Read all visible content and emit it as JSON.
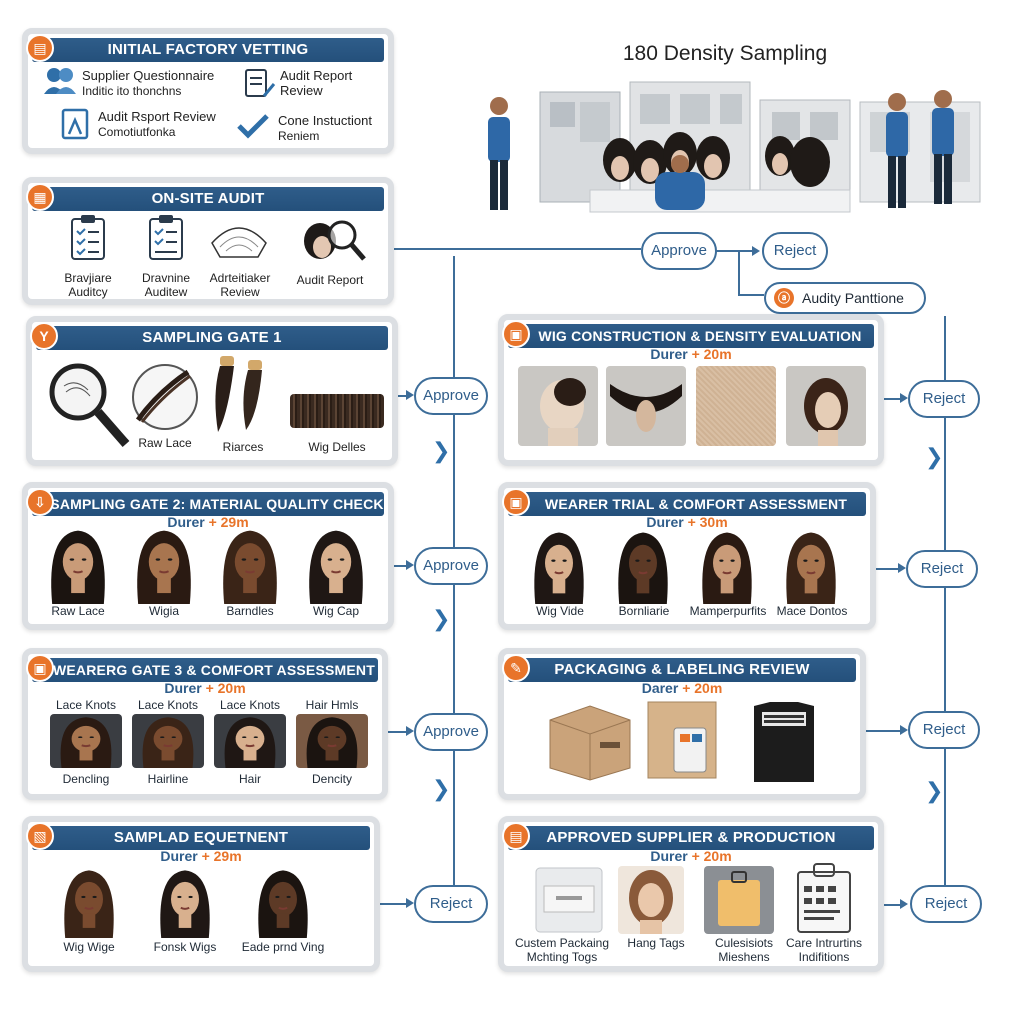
{
  "title": "180 Density Sampling",
  "accent": "#e8742a",
  "header_blue": "#2f5d8a",
  "initial_vetting": {
    "title": "INITIAL FACTORY VETTING",
    "items": [
      {
        "label": "Supplier Questionnaire",
        "sub": "Inditic ito thonchns",
        "icon": "people-icon"
      },
      {
        "label": "Audit Report",
        "sub": "Review",
        "icon": "clipboard-pen-icon"
      },
      {
        "label": "Audit Rsport Review",
        "sub": "Comotiutfonka",
        "icon": "document-person-icon"
      },
      {
        "label": "Cone Instuctiont",
        "sub": "Reniem",
        "icon": "checkmark-icon"
      }
    ]
  },
  "onsite_audit": {
    "title": "ON-SITE AUDIT",
    "items": [
      {
        "label": "Bravjiare",
        "sub": "Auditcy",
        "icon": "checklist-icon"
      },
      {
        "label": "Dravnine",
        "sub": "Auditew",
        "icon": "clipboard-icon"
      },
      {
        "label": "Adrteitiaker",
        "sub": "Review",
        "icon": "wig-cap-icon"
      },
      {
        "label": "Audit Report",
        "sub": "",
        "icon": "magnifier-wig-icon"
      }
    ]
  },
  "approve_top": "Approve",
  "reject_top": "Reject",
  "audity_pill": "Audity Panttione",
  "sampling_gate_1": {
    "title": "SAMPLING GATE 1",
    "captions": [
      "Raw Lace",
      "Riarces",
      "Wig Delles"
    ],
    "pill": "Approve"
  },
  "sampling_gate_2": {
    "title": "SAMPLING GATE 2: MATERIAL QUALITY CHECK",
    "duration_label": "Durer",
    "duration_value": "+ 29m",
    "captions": [
      "Raw Lace",
      "Wigia",
      "Barndles",
      "Wig Cap"
    ],
    "pill": "Approve"
  },
  "wearerg_gate_3": {
    "title": "WEARERG GATE 3 & COMFORT ASSESSMENT",
    "duration_label": "Durer",
    "duration_value": "+ 20m",
    "top_labels": [
      "Lace Knots",
      "Lace Knots",
      "Lace Knots",
      "Hair Hmls"
    ],
    "captions": [
      "Dencling",
      "Hairline",
      "Hair",
      "Dencity"
    ],
    "pill": "Approve"
  },
  "samplad_equetnent": {
    "title": "SAMPLAD EQUETNENT",
    "duration_label": "Durer",
    "duration_value": "+ 29m",
    "captions": [
      "Wig Wige",
      "Fonsk Wigs",
      "Eade prnd Ving"
    ],
    "pill": "Reject"
  },
  "wig_construction": {
    "title": "WIG CONSTRUCTION & DENSITY EVALUATION",
    "duration_label": "Durer",
    "duration_value": "+ 20m",
    "pill": "Reject"
  },
  "wearer_trial": {
    "title": "WEARER TRIAL & COMFORT ASSESSMENT",
    "duration_label": "Durer",
    "duration_value": "+ 30m",
    "captions": [
      "Wig Vide",
      "Bornliarie",
      "Mamperpurfits",
      "Mace Dontos"
    ],
    "pill": "Reject"
  },
  "packaging": {
    "title": "PACKAGING & LABELING REVIEW",
    "duration_label": "Darer",
    "duration_value": "+ 20m",
    "pill": "Reject"
  },
  "approved_supplier": {
    "title": "APPROVED SUPPLIER & PRODUCTION",
    "duration_label": "Durer",
    "duration_value": "+ 20m",
    "captions": [
      {
        "l1": "Custem Packaing",
        "l2": "Mchting Togs"
      },
      {
        "l1": "Hang Tags",
        "l2": ""
      },
      {
        "l1": "Culesisiots",
        "l2": "Mieshens"
      },
      {
        "l1": "Care Intrurtins",
        "l2": "Indifitions"
      }
    ],
    "pill": "Reject"
  },
  "chevron": "❯"
}
